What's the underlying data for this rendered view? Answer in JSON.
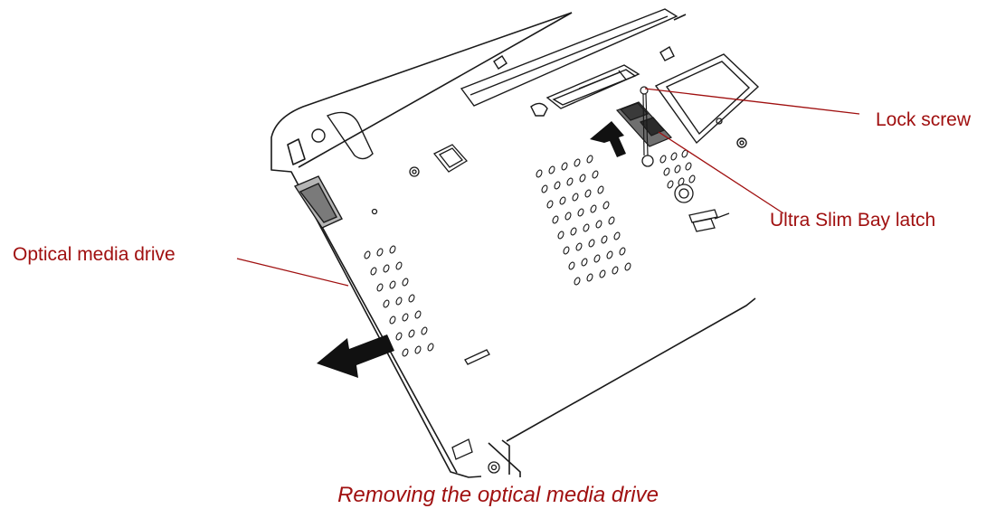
{
  "labels": {
    "lock_screw": "Lock screw",
    "latch": "Ultra Slim Bay latch",
    "optical_drive": "Optical media drive"
  },
  "caption": "Removing the optical media drive",
  "colors": {
    "label_text": "#a01010",
    "leader_line": "#a01010",
    "line_art": "#1a1a1a"
  }
}
